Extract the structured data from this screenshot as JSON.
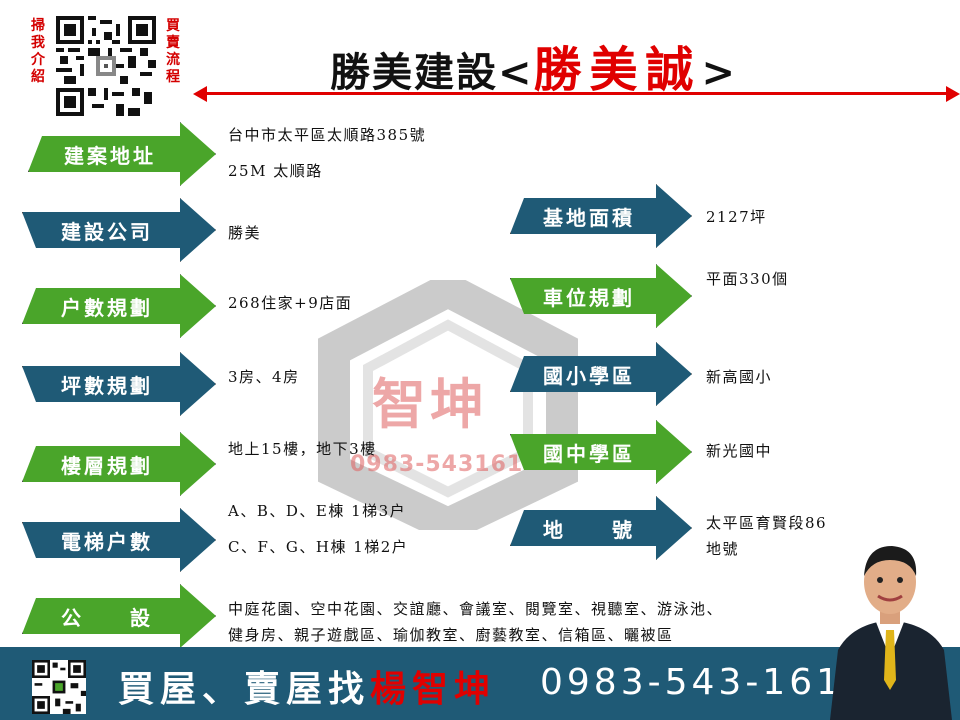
{
  "side_left": "掃我介紹",
  "side_right": "買賣流程",
  "title": {
    "prefix": "勝美建設<",
    "highlight": "勝美誠",
    "suffix": ">"
  },
  "rows_left": [
    {
      "label": "建案地址",
      "style": "green"
    },
    {
      "label": "建設公司",
      "style": "blue"
    },
    {
      "label": "户數規劃",
      "style": "green"
    },
    {
      "label": "坪數規劃",
      "style": "blue"
    },
    {
      "label": "樓層規劃",
      "style": "green"
    },
    {
      "label": "電梯户數",
      "style": "blue"
    },
    {
      "label": "公　　設",
      "style": "green"
    }
  ],
  "values_left": {
    "address_1": "台中市太平區太順路385號",
    "address_2": "25M 太順路",
    "company": "勝美",
    "units": "268住家+9店面",
    "layout": "3房、4房",
    "floors": "地上15樓，地下3樓",
    "elevator_1": "A、B、D、E棟 1梯3户",
    "elevator_2": "C、F、G、H棟 1梯2户",
    "facilities_1": "中庭花園、空中花園、交誼廳、會議室、閱覽室、視聽室、游泳池、",
    "facilities_2": "健身房、親子遊戲區、瑜伽教室、廚藝教室、信箱區、曬被區"
  },
  "rows_right": [
    {
      "label": "基地面積",
      "style": "blue"
    },
    {
      "label": "車位規劃",
      "style": "green"
    },
    {
      "label": "國小學區",
      "style": "blue"
    },
    {
      "label": "國中學區",
      "style": "green"
    },
    {
      "label": "地　　號",
      "style": "blue"
    }
  ],
  "values_right": {
    "area": "2127坪",
    "parking": "平面330個",
    "elementary": "新高國小",
    "junior": "新光國中",
    "lot_1": "太平區育賢段86",
    "lot_2": "地號"
  },
  "watermark": {
    "name": "智坤",
    "phone": "0983-543161"
  },
  "footer": {
    "prefix": "買屋、賣屋找",
    "name": "楊智坤",
    "phone": "0983-543-161"
  },
  "colors": {
    "green": "#4aa52a",
    "blue": "#1f5a76",
    "accent": "#e00000"
  }
}
